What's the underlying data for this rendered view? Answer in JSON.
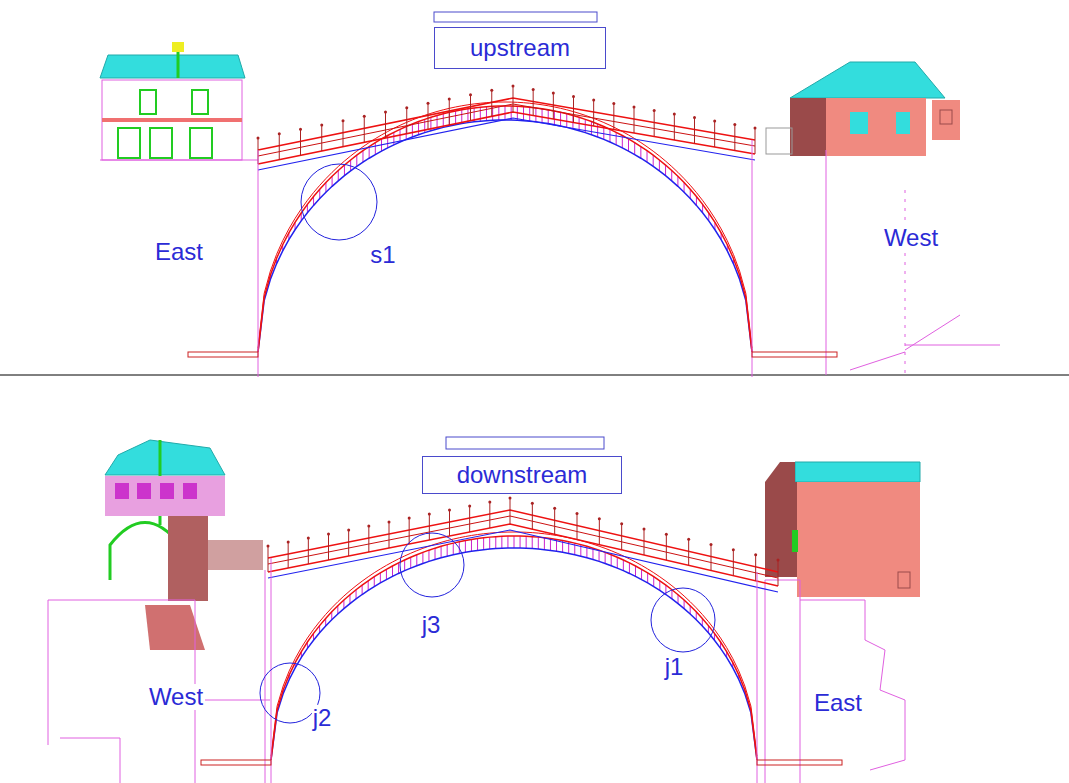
{
  "diagram": {
    "nodes": [
      {
        "text": [
          "upstream"
        ]
      },
      {
        "text": [
          "s1"
        ]
      },
      {
        "text": [
          "downstream"
        ]
      },
      {
        "text": [
          "j3"
        ]
      },
      {
        "text": [
          "j1"
        ]
      },
      {
        "text": [
          "j2"
        ]
      }
    ],
    "labels": [
      "East",
      "West",
      "West",
      "East"
    ]
  }
}
